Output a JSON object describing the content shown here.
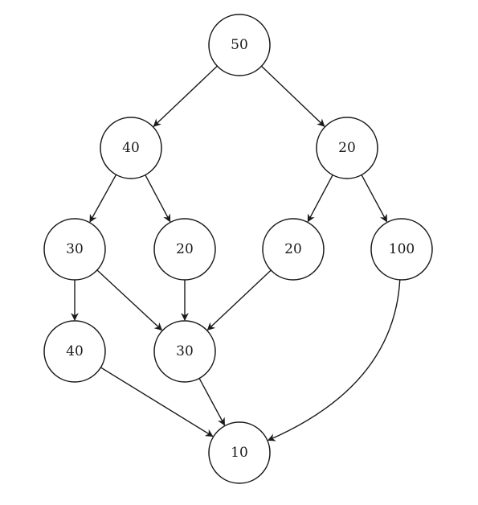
{
  "nodes": [
    {
      "id": "n1",
      "label": "50"
    },
    {
      "id": "n2",
      "label": "40"
    },
    {
      "id": "n3",
      "label": "20"
    },
    {
      "id": "n4",
      "label": "30"
    },
    {
      "id": "n5",
      "label": "20"
    },
    {
      "id": "n6",
      "label": "20"
    },
    {
      "id": "n7",
      "label": "100"
    },
    {
      "id": "n8",
      "label": "40"
    },
    {
      "id": "n9",
      "label": "30"
    },
    {
      "id": "n10",
      "label": "10"
    }
  ],
  "edges": [
    {
      "from": "n1",
      "to": "n2"
    },
    {
      "from": "n1",
      "to": "n3"
    },
    {
      "from": "n2",
      "to": "n4"
    },
    {
      "from": "n2",
      "to": "n5"
    },
    {
      "from": "n3",
      "to": "n6"
    },
    {
      "from": "n3",
      "to": "n7"
    },
    {
      "from": "n4",
      "to": "n8"
    },
    {
      "from": "n4",
      "to": "n9"
    },
    {
      "from": "n5",
      "to": "n9"
    },
    {
      "from": "n6",
      "to": "n9"
    },
    {
      "from": "n8",
      "to": "n10"
    },
    {
      "from": "n9",
      "to": "n10"
    },
    {
      "from": "n7",
      "to": "n10"
    }
  ]
}
